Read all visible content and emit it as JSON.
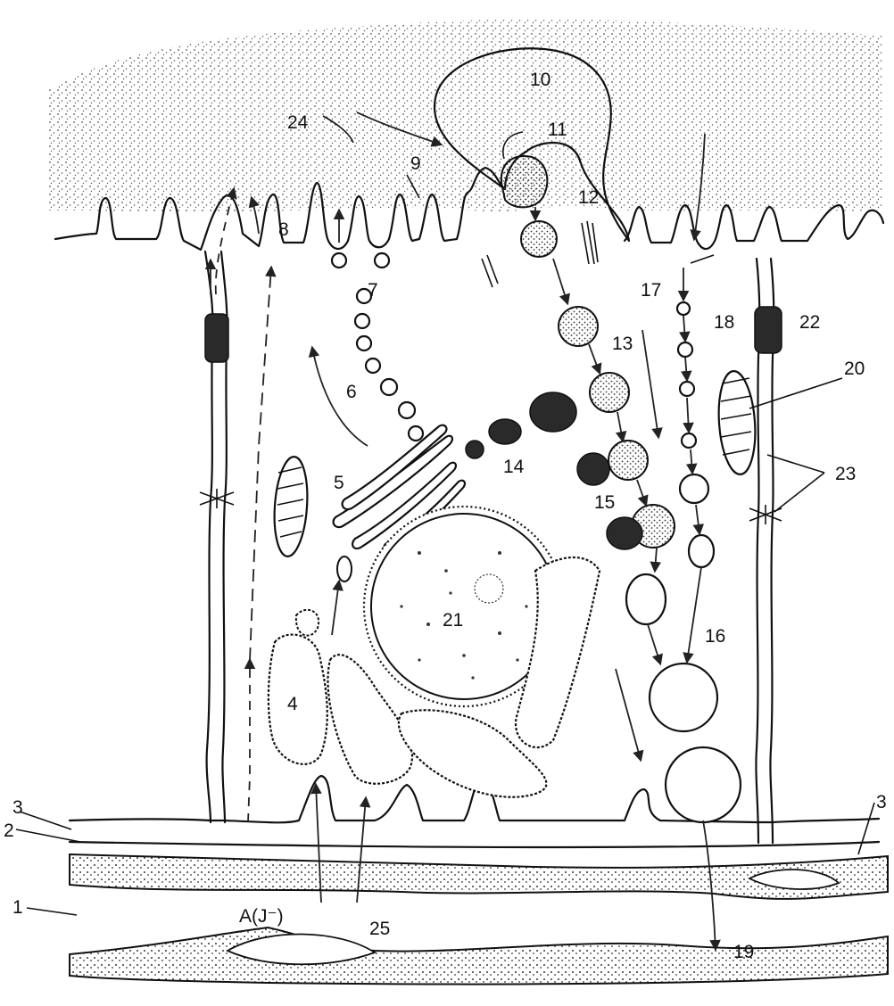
{
  "figure": {
    "label_numbers": [
      "1",
      "2",
      "3",
      "3",
      "4",
      "5",
      "6",
      "7",
      "8",
      "9",
      "10",
      "11",
      "12",
      "13",
      "14",
      "15",
      "16",
      "17",
      "18",
      "19",
      "20",
      "21",
      "22",
      "23",
      "24",
      "25"
    ],
    "ion_label": "A(J⁻)"
  },
  "labels": {
    "l1": "1",
    "l2": "2",
    "l3a": "3",
    "l3b": "3",
    "l4": "4",
    "l5": "5",
    "l6": "6",
    "l7": "7",
    "l8": "8",
    "l9": "9",
    "l10": "10",
    "l11": "11",
    "l12": "12",
    "l13": "13",
    "l14": "14",
    "l15": "15",
    "l16": "16",
    "l17": "17",
    "l18": "18",
    "l19": "19",
    "l20": "20",
    "l21": "21",
    "l22": "22",
    "l23": "23",
    "l24": "24",
    "l25": "25",
    "ion": "A(J⁻)"
  },
  "colors": {
    "ink": "#111111",
    "colloid_dots": "#555555",
    "dark_granule": "#2a2a2a",
    "background": "#ffffff"
  }
}
